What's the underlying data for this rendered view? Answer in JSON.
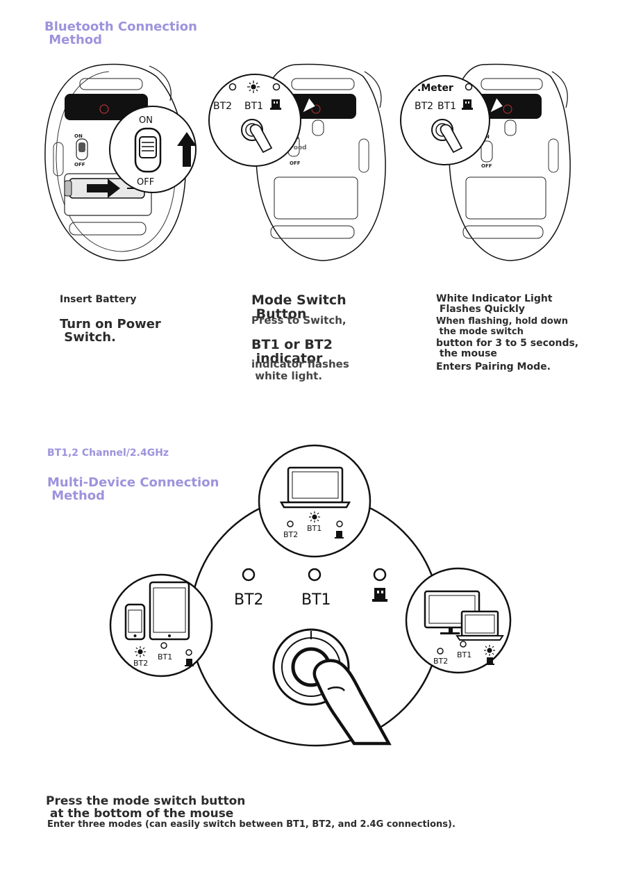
{
  "section1": {
    "title_line1": "Bluetooth Connection",
    "title_line2": " Method"
  },
  "panel1": {
    "switch_on": "ON",
    "switch_off": "OFF",
    "small_on": "ON",
    "small_off": "OFF",
    "step_small": "Insert Battery",
    "step_big_line1": "Turn on Power",
    "step_big_line2": " Switch."
  },
  "panel2": {
    "label_bt2": "BT2",
    "label_bt1": "BT1",
    "overlay_text": "ON\nFood",
    "small_off": "OFF",
    "heading_line1": "Mode Switch",
    "heading_line2": " Button",
    "sub1": "Press to Switch,",
    "heading2_line1": "BT1 or BT2",
    "heading2_line2": " indicator",
    "sub2_line1": "indicator flashes",
    "sub2_line2": " white light."
  },
  "panel3": {
    "meter": ".Meter",
    "label_bt2": "BT2",
    "label_bt1": "BT1",
    "small_on": "ON",
    "small_off": "OFF",
    "line1": "White Indicator Light",
    "line2": " Flashes Quickly",
    "line3": "When flashing, hold down",
    "line4": " the mode switch",
    "line5": "button for 3 to 5 seconds,",
    "line6": " the mouse",
    "line7": "Enters Pairing Mode."
  },
  "section2": {
    "channel": "BT1,2 Channel/2.4GHz",
    "title_line1": "Multi-Device Connection",
    "title_line2": " Method"
  },
  "diagram": {
    "big_bt2": "BT2",
    "big_bt1": "BT1",
    "laptop_bt2": "BT2",
    "laptop_bt1": "BT1",
    "tablet_bt2": "BT2",
    "tablet_bt1": "BT1",
    "pc_bt2": "BT2",
    "pc_bt1": "BT1"
  },
  "footer": {
    "line1": "Press the mode switch button",
    "line2": " at the bottom of the mouse",
    "line3": "Enter three modes (can easily switch between BT1, BT2, and 2.4G connections)."
  },
  "colors": {
    "accent_purple": "#9d93dd",
    "text_dark": "#2b2b2b",
    "line": "#111111"
  }
}
